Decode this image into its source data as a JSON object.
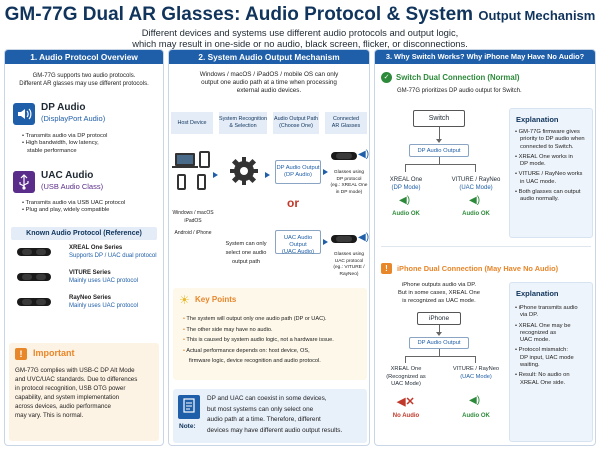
{
  "header": {
    "title_main": "GM-77G Dual AR Glasses: Audio Protocol & System",
    "title_tail": "Output Mechanism",
    "subtitle_1": "Different devices and systems use different audio protocols and output logic,",
    "subtitle_2": "which may result in one-side or no audio, black screen, flicker, or disconnections."
  },
  "panel1": {
    "heading": "1. Audio Protocol Overview",
    "intro_1": "GM-77G supports two audio protocols.",
    "intro_2": "Different AR glasses may use different protocols.",
    "dp": {
      "title": "DP Audio",
      "subtitle": "(DisplayPort Audio)",
      "b1": "Transmits audio via DP protocol",
      "b2": "High bandwidth, low latency,",
      "b3": "stable performance"
    },
    "uac": {
      "title": "UAC Audio",
      "subtitle": "(USB Audio Class)",
      "b1": "Transmits audio via USB UAC protocol",
      "b2": "Plug and play, widely compatible"
    },
    "known_heading": "Known Audio Protocol (Reference)",
    "known": [
      {
        "name": "XREAL One Series",
        "desc": "Supports DP / UAC dual protocol"
      },
      {
        "name": "VITURE Series",
        "desc": "Mainly uses UAC protocol"
      },
      {
        "name": "RayNeo Series",
        "desc": "Mainly uses UAC protocol"
      }
    ],
    "important": {
      "title": "Important",
      "l1": "GM-77G complies with USB-C DP Alt Mode",
      "l2": "and UVC/UAC standards. Due to differences",
      "l3": "in protocol recognition, USB OTG power",
      "l4": "capability, and system implementation",
      "l5": "across devices, audio performance",
      "l6": "may vary. This is normal."
    }
  },
  "panel2": {
    "heading": "2. System Audio Output Mechanism",
    "intro_1": "Windows / macOS / iPadOS / mobile OS can only",
    "intro_2": "output one audio path at a time when processing",
    "intro_3": "external audio devices.",
    "col_host": "Host Device",
    "col_recog_1": "System Recognition",
    "col_recog_2": "& Selection",
    "col_path_1": "Audio Output Path",
    "col_path_2": "(Choose One)",
    "col_glasses_1": "Connected",
    "col_glasses_2": "AR Glasses",
    "host_l1": "Windows / macOS",
    "host_l2": "iPadOS",
    "host_l3": "Android / iPhone",
    "sys_l1": "System can only",
    "sys_l2": "select one audio",
    "sys_l3": "output path",
    "dp_out_1": "DP Audio Output",
    "dp_out_2": "(DP Audio)",
    "or": "or",
    "uac_out_1": "UAC Audio Output",
    "uac_out_2": "(UAC Audio)",
    "dp_glass_1": "Glasses using",
    "dp_glass_2": "DP protocol",
    "dp_glass_3": "(eg.: XREAL One",
    "dp_glass_4": "in DP mode)",
    "uac_glass_1": "Glasses using",
    "uac_glass_2": "UAC protocol",
    "uac_glass_3": "(eg.: VITURE / RayNeo)",
    "keypoints": {
      "title": "Key Points",
      "b1": "The system will output only one audio path (DP or UAC).",
      "b2": "The other side may have no audio.",
      "b3": "This is caused by system audio logic, not a hardware issue.",
      "b4a": "Actual performance depends on: host device, OS,",
      "b4b": "firmware logic, device recognition and audio protocol."
    },
    "note": {
      "label": "Note:",
      "l1": "DP and UAC can coexist in some devices,",
      "l2": "but most systems can only select one",
      "l3": "audio path at a time. Therefore, different",
      "l4": "devices may have different audio output results."
    }
  },
  "panel3": {
    "heading": "3. Why Switch Works? Why iPhone May Have No Audio?",
    "switch": {
      "title": "Switch Dual Connection (Normal)",
      "desc": "GM-77G prioritizes DP audio output for Switch.",
      "device": "Switch",
      "out": "DP Audio Output",
      "left_1": "XREAL One",
      "left_2": "(DP Mode)",
      "left_status": "Audio OK",
      "right_1": "VITURE / RayNeo",
      "right_2": "(UAC Mode)",
      "right_status": "Audio OK",
      "expl_title": "Explanation",
      "e1": "GM-77G firmware gives",
      "e1b": "priority to DP audio when",
      "e1c": "connected to Switch.",
      "e2": "XREAL One works in",
      "e2b": "DP mode.",
      "e3": "VITURE / RayNeo works",
      "e3b": "in UAC mode.",
      "e4": "Both glasses can output",
      "e4b": "audio normally."
    },
    "iphone": {
      "title": "iPhone Dual Connection (May Have No Audio)",
      "desc_1": "iPhone outputs audio via DP.",
      "desc_2": "But in some cases, XREAL One",
      "desc_3": "is recognized as UAC mode.",
      "device": "iPhone",
      "out": "DP Audio Output",
      "left_1": "XREAL One",
      "left_2": "(Recognized as",
      "left_3": "UAC Mode)",
      "left_status": "No Audio",
      "right_1": "VITURE / RayNeo",
      "right_2": "(UAC Mode)",
      "right_status": "Audio OK",
      "expl_title": "Explanation",
      "e1": "iPhone transmits audio",
      "e1b": "via DP.",
      "e2": "XREAL One may be",
      "e2b": "recognized as",
      "e2c": "UAC mode.",
      "e3": "Protocol mismatch:",
      "e3b": "DP input, UAC mode",
      "e3c": "waiting.",
      "e4": "Result: No audio on",
      "e4b": "XREAL One side."
    }
  },
  "colors": {
    "navy": "#10345c",
    "blue": "#1f5ea8",
    "green": "#2d8a3a",
    "red": "#c0392b",
    "orange": "#e8862a"
  }
}
